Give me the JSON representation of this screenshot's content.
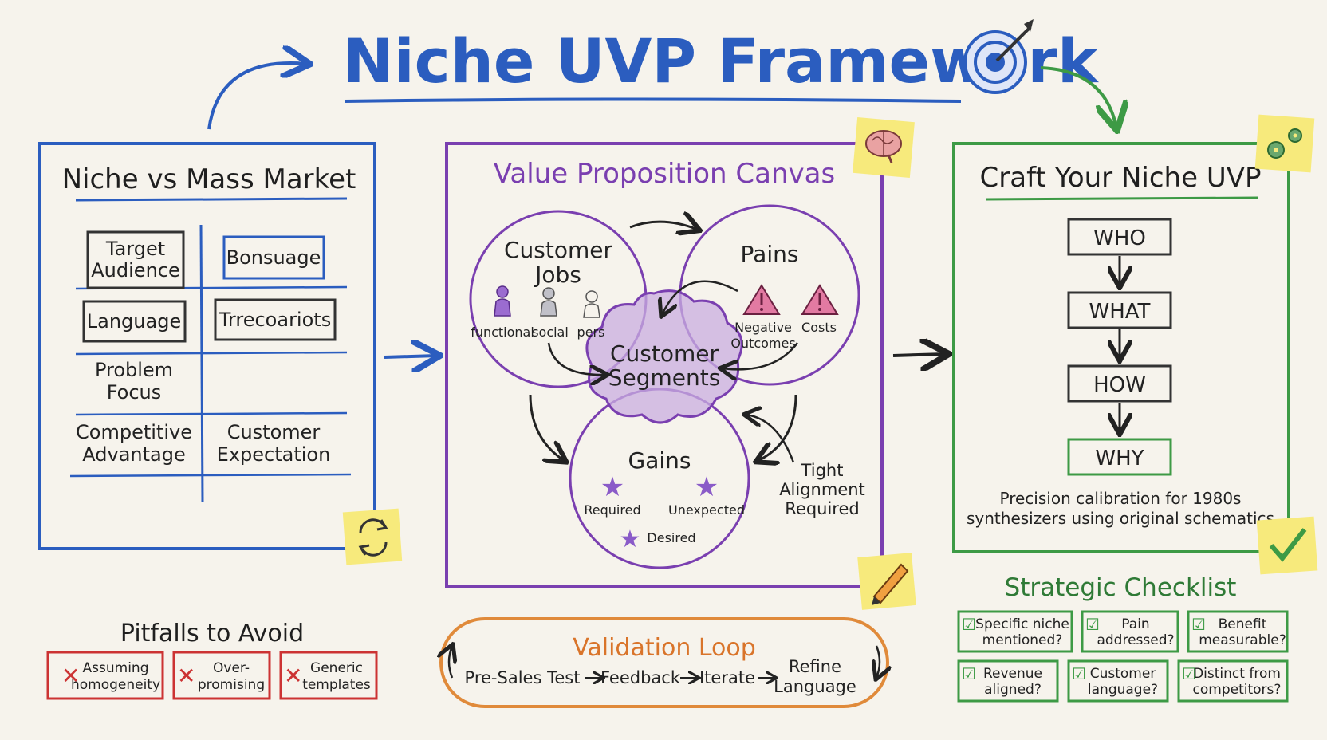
{
  "title": "Niche UVP Framework",
  "icons": {
    "target": "target-icon",
    "brain": "brain-icon",
    "gears": "gears-icon",
    "refresh": "refresh-icon",
    "pencil": "pencil-icon",
    "check": "checkmark-icon"
  },
  "colors": {
    "blue": "#2b5dbf",
    "purple": "#7a3fb0",
    "green": "#3d9a45",
    "orange": "#e08a3a",
    "red": "#cc3333",
    "sticky": "#f7ea7c"
  },
  "niche_panel": {
    "heading": "Niche vs Mass Market",
    "cells": {
      "target": [
        "Target",
        "Audience"
      ],
      "bonsuage": "Bonsuage",
      "language": "Language",
      "trecoariots": "Trrecoariots",
      "problem": [
        "Problem",
        "Focus"
      ],
      "competitive": [
        "Competitive",
        "Advantage"
      ],
      "expectation": [
        "Customer",
        "Expectation"
      ]
    }
  },
  "canvas_panel": {
    "heading": "Value Proposition Canvas",
    "jobs": {
      "title": [
        "Customer",
        "Jobs"
      ],
      "items": [
        "functional",
        "social",
        "pers"
      ]
    },
    "pains": {
      "title": "Pains",
      "items": [
        [
          "Negative",
          "Outcomes"
        ],
        [
          "Costs"
        ]
      ]
    },
    "center": [
      "Customer",
      "Segments"
    ],
    "gains": {
      "title": "Gains",
      "items": [
        "Required",
        "Unexpected",
        "Desired"
      ]
    },
    "alignment": [
      "Tight",
      "Alignment",
      "Required"
    ]
  },
  "craft_panel": {
    "heading": "Craft Your Niche UVP",
    "steps": [
      "WHO",
      "WHAT",
      "HOW",
      "WHY"
    ],
    "example": [
      "Precision calibration for 1980s",
      "synthesizers using original schematics"
    ]
  },
  "pitfalls": {
    "heading": "Pitfalls to Avoid",
    "items": [
      [
        "Assuming",
        "homogeneity"
      ],
      [
        "Over-",
        "promising"
      ],
      [
        "Generic",
        "templates"
      ]
    ]
  },
  "validation": {
    "heading": "Validation Loop",
    "steps": [
      "Pre-Sales Test",
      "Feedback",
      "Iterate"
    ],
    "final": [
      "Refine",
      "Language"
    ]
  },
  "checklist": {
    "heading": "Strategic Checklist",
    "items": [
      [
        "Specific niche",
        "mentioned?"
      ],
      [
        "Pain",
        "addressed?"
      ],
      [
        "Benefit",
        "measurable?"
      ],
      [
        "Revenue",
        "aligned?"
      ],
      [
        "Customer",
        "language?"
      ],
      [
        "Distinct from",
        "competitors?"
      ]
    ]
  }
}
